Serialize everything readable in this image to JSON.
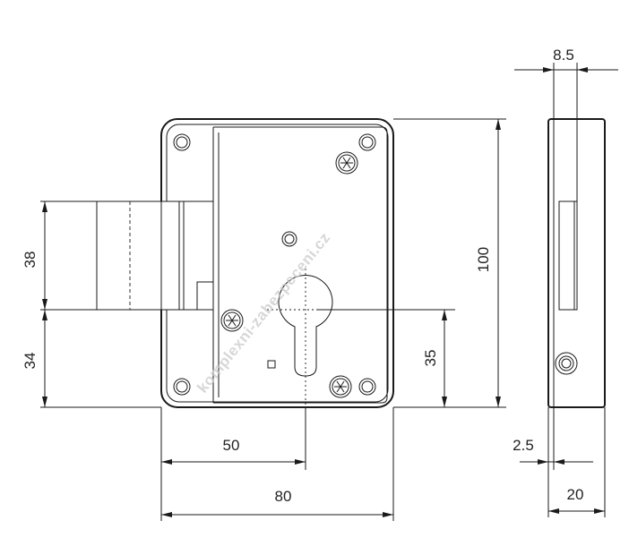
{
  "drawing": {
    "dimensions": {
      "width_body": "80",
      "backset": "50",
      "height_body": "100",
      "bolt_height": "38",
      "bolt_offset": "34",
      "cylinder_offset": "35",
      "side_thickness": "8.5",
      "side_offset": "2.5",
      "side_depth": "20"
    },
    "watermark": "komplexni-zabezpeceni.cz"
  }
}
